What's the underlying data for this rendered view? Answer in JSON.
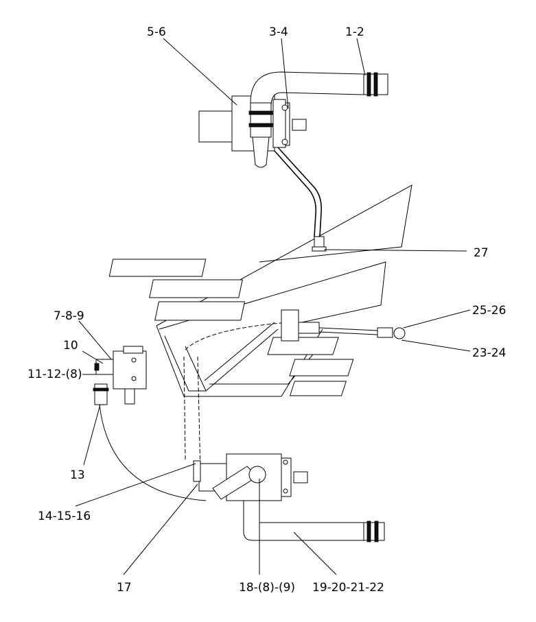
{
  "labels": {
    "l_5_6": "5-6",
    "l_3_4": "3-4",
    "l_1_2": "1-2",
    "l_27": "27",
    "l_25_26": "25-26",
    "l_23_24": "23-24",
    "l_7_8_9": "7-8-9",
    "l_10": "10",
    "l_11_12_8": "11-12-(8)",
    "l_13": "13",
    "l_14_15_16": "14-15-16",
    "l_17": "17",
    "l_18_8_9": "18-(8)-(9)",
    "l_19_20_21_22": "19-20-21-22"
  }
}
